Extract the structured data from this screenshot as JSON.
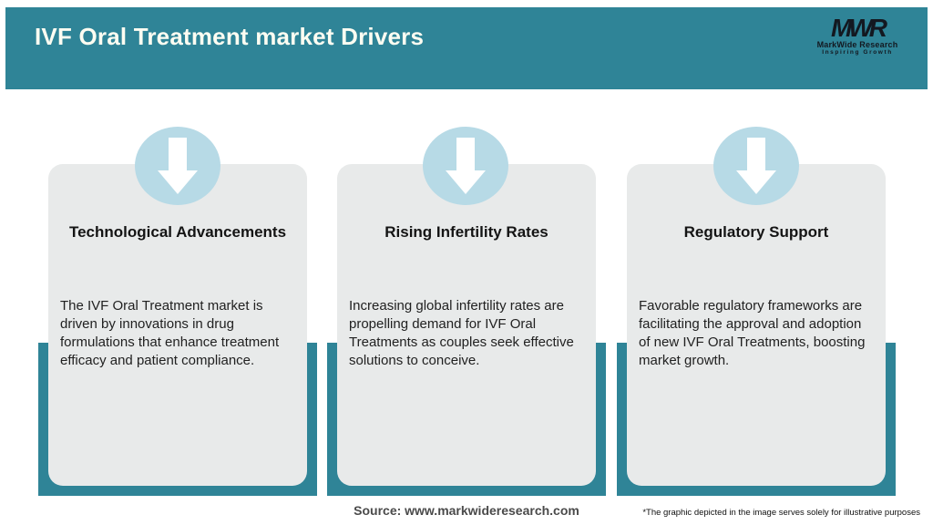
{
  "header": {
    "title": "IVF Oral Treatment market Drivers",
    "logo": {
      "acronym": "MWR",
      "name": "MarkWide Research",
      "tagline": "Inspiring Growth"
    }
  },
  "cards": [
    {
      "icon": "down-arrow-icon",
      "title": "Technological Advancements",
      "body": "The IVF Oral Treatment market is driven by innovations in drug formulations that enhance treatment efficacy and patient compliance."
    },
    {
      "icon": "down-arrow-icon",
      "title": "Rising Infertility Rates",
      "body": "Increasing global infertility rates are propelling demand for IVF Oral Treatments as couples seek effective solutions to conceive."
    },
    {
      "icon": "down-arrow-icon",
      "title": "Regulatory Support",
      "body": "Favorable regulatory frameworks are facilitating the approval and adoption of new IVF Oral Treatments, boosting market growth."
    }
  ],
  "footer": {
    "source": "Source: www.markwideresearch.com",
    "disclaimer": "*The graphic depicted in the image serves solely for illustrative purposes"
  },
  "theme": {
    "teal": "#2F8497",
    "light_blue": "#B7DAE6",
    "card_gray": "#E8EAEA",
    "title_white": "#FDFDF2"
  }
}
